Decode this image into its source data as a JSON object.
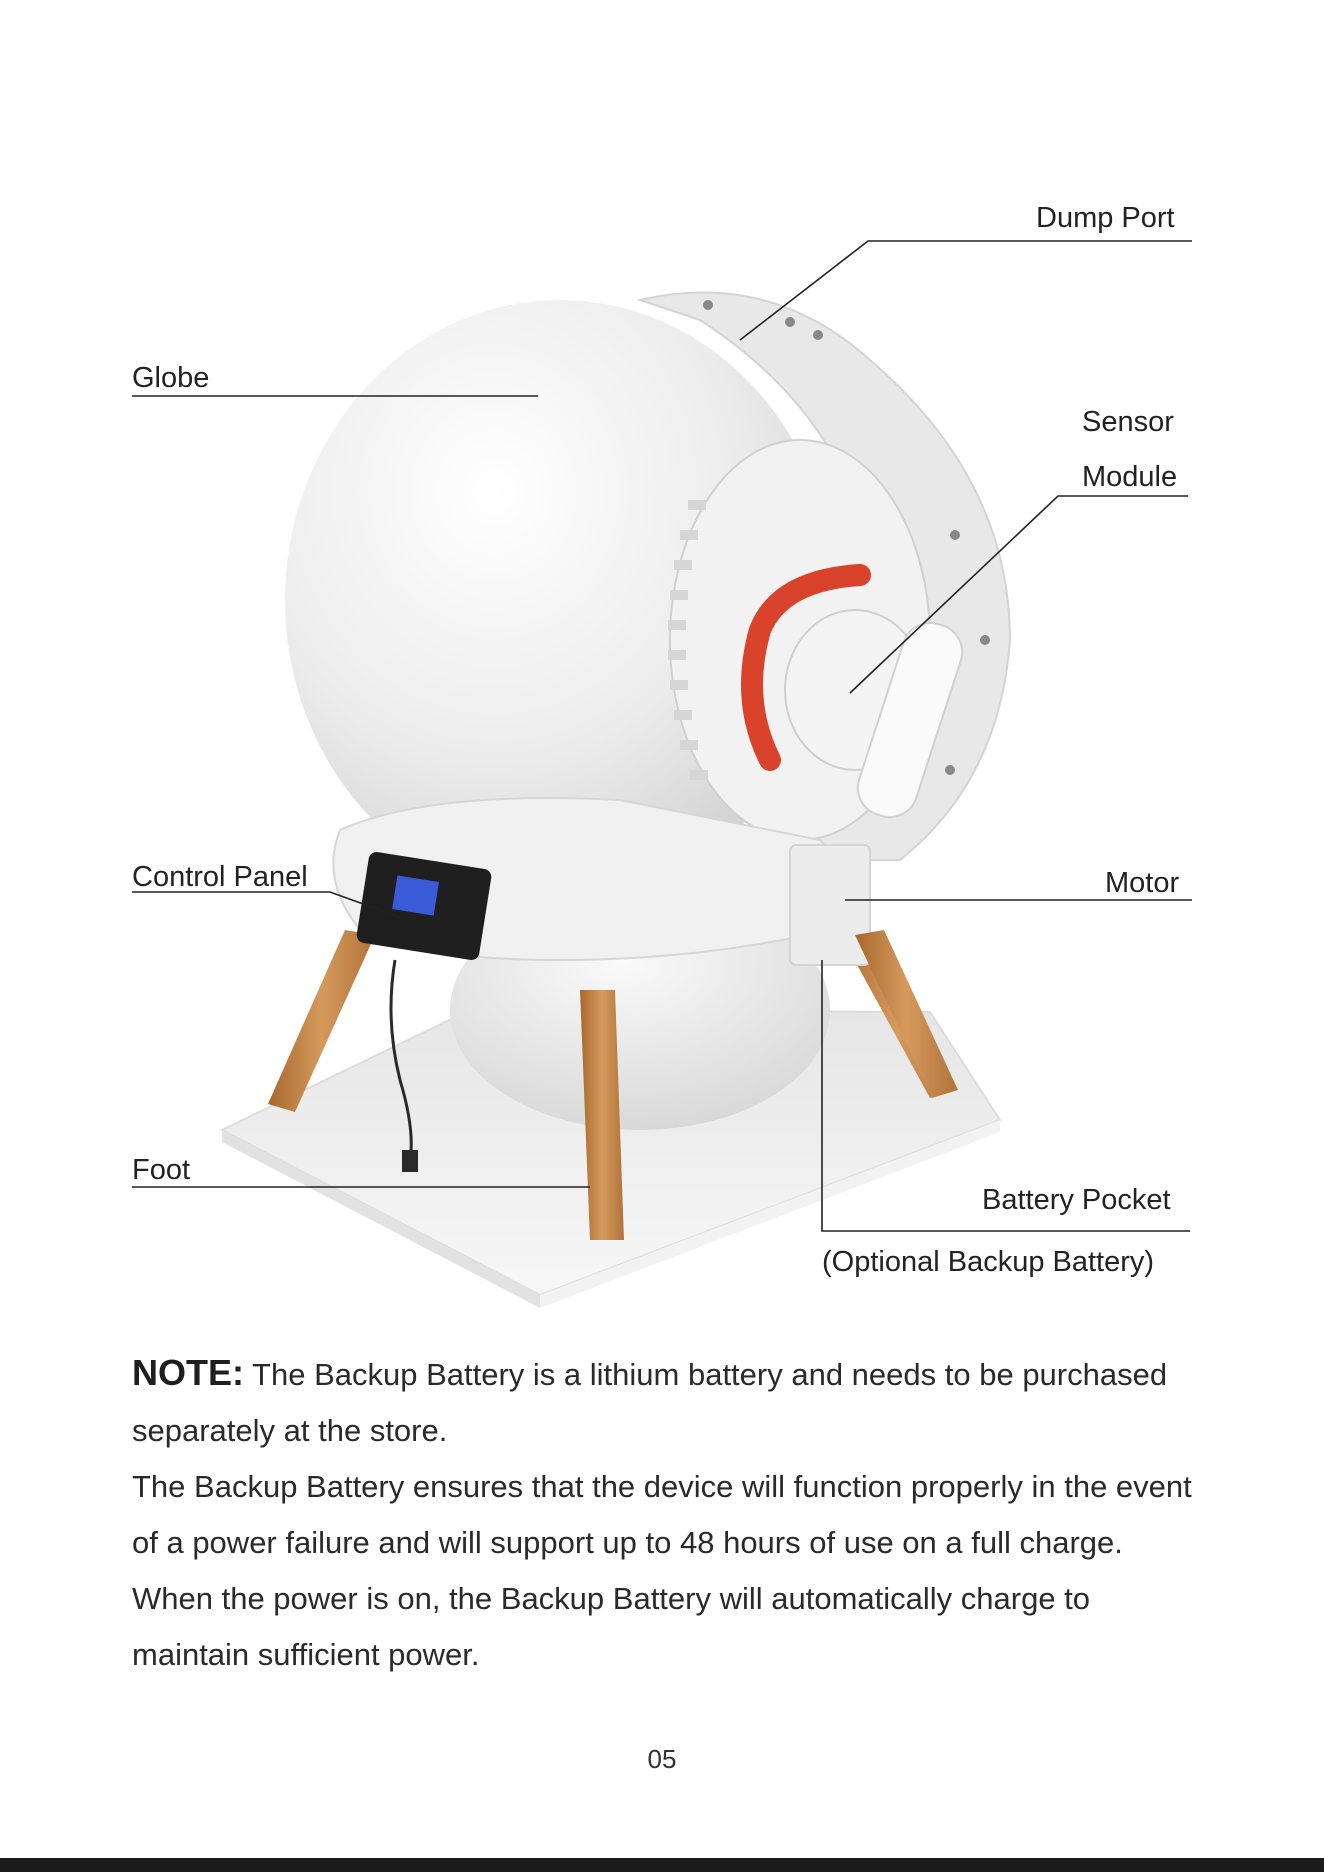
{
  "callouts": {
    "dump_port": "Dump Port",
    "globe": "Globe",
    "sensor_line1": "Sensor",
    "sensor_line2": "Module",
    "control_panel": "Control Panel",
    "motor": "Motor",
    "foot": "Foot",
    "battery_pocket": "Battery Pocket",
    "battery_optional": "(Optional Backup Battery)"
  },
  "note": {
    "heading": "NOTE:",
    "line1": " The Backup Battery is a lithium battery and needs to be purchased separately at the store.",
    "paragraph2": "The Backup Battery ensures that the device will function properly in the event of a power failure and will support up to 48 hours of use on a full charge. When the power is on, the Backup Battery will automatically charge to maintain sufficient power."
  },
  "page_number": "05",
  "colors": {
    "body_white": "#eeeeee",
    "wood": "#c98a4b",
    "accent_red": "#d9432c",
    "panel_dark": "#1f1f1f",
    "screen_blue": "#3a5bd9"
  }
}
